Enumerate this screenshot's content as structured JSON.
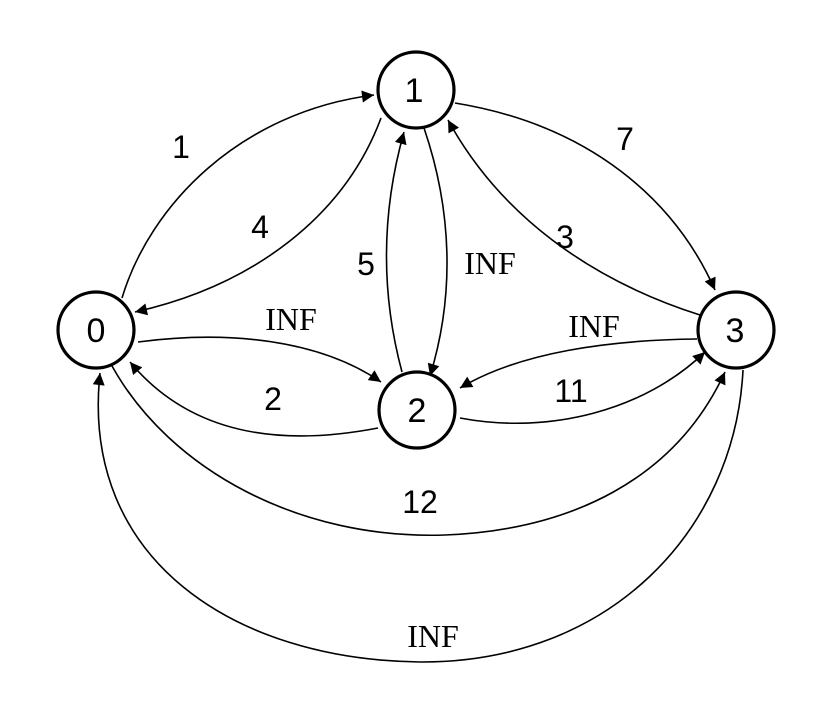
{
  "nodes": [
    {
      "id": "0",
      "label": "0"
    },
    {
      "id": "1",
      "label": "1"
    },
    {
      "id": "2",
      "label": "2"
    },
    {
      "id": "3",
      "label": "3"
    }
  ],
  "edges": [
    {
      "id": "e01",
      "from": "0",
      "to": "1",
      "weight": "1"
    },
    {
      "id": "e10",
      "from": "1",
      "to": "0",
      "weight": "4"
    },
    {
      "id": "e13",
      "from": "1",
      "to": "3",
      "weight": "7"
    },
    {
      "id": "e31",
      "from": "3",
      "to": "1",
      "weight": "3"
    },
    {
      "id": "e21",
      "from": "2",
      "to": "1",
      "weight": "5"
    },
    {
      "id": "e12",
      "from": "1",
      "to": "2",
      "weight": "INF"
    },
    {
      "id": "e02",
      "from": "0",
      "to": "2",
      "weight": "INF"
    },
    {
      "id": "e20",
      "from": "2",
      "to": "0",
      "weight": "2"
    },
    {
      "id": "e32",
      "from": "3",
      "to": "2",
      "weight": "INF"
    },
    {
      "id": "e23",
      "from": "2",
      "to": "3",
      "weight": "11"
    },
    {
      "id": "e03",
      "from": "0",
      "to": "3",
      "weight": "12"
    },
    {
      "id": "e30",
      "from": "3",
      "to": "0",
      "weight": "INF"
    }
  ]
}
